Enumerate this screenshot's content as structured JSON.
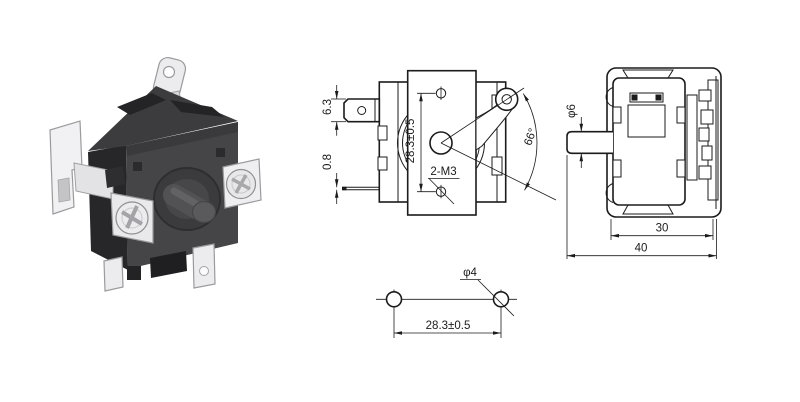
{
  "drawing": {
    "front_view": {
      "dim_hole_spacing": "28.3±0.5",
      "label_thread": "2-M3",
      "dim_angle": "66°",
      "dim_terminal_width": "6.3",
      "dim_terminal_thickness": "0.8"
    },
    "side_view": {
      "dim_shaft_diameter": "φ6",
      "dim_body_width": "30",
      "dim_total_width": "40"
    },
    "bottom_view": {
      "dim_hole_diameter": "φ4",
      "dim_hole_spacing": "28.3±0.5"
    },
    "line_color": "#1b1b1b",
    "body_dark_color": "#454548",
    "metal_color": "#ececee"
  }
}
